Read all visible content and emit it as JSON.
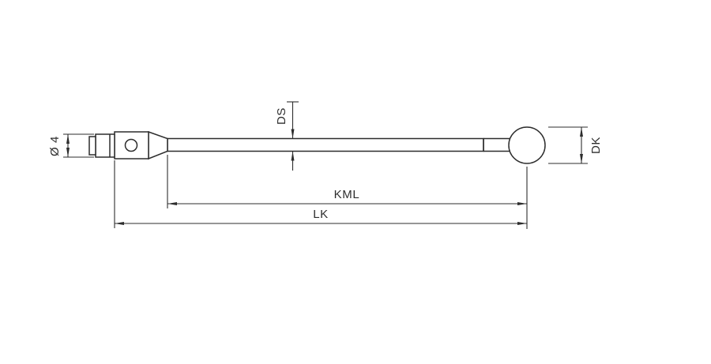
{
  "diagram": {
    "labels": {
      "shank_diameter": "Ø 4",
      "stem_diameter": "DS",
      "ball_diameter": "DK",
      "length_kml": "KML",
      "length_lk": "LK"
    },
    "colors": {
      "line": "#2d2d2d",
      "background": "#ffffff"
    }
  }
}
